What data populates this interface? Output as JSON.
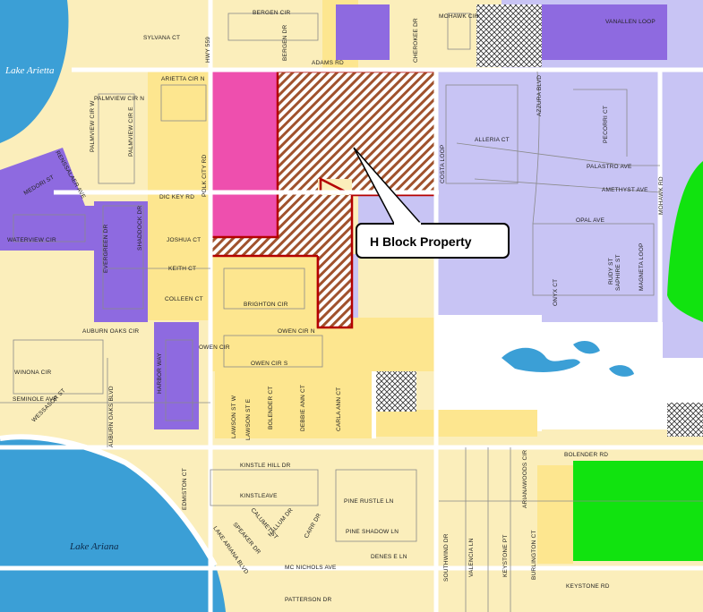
{
  "map": {
    "callout": "H Block Property",
    "lakes": [
      "Lake Arietta",
      "Lake Ariana"
    ],
    "streets": [
      "BERGEN CIR",
      "SYLVANA CT",
      "HWY 559",
      "BERGEN DR",
      "CHEROKEE DR",
      "MOHAWK CIR",
      "VANALLEN LOOP",
      "ADAMS RD",
      "ARIETTA CIR N",
      "PALMVIEW CIR N",
      "PALMVIEW CIR W",
      "PALMVIEW CIR E",
      "RENSSALAER AVE",
      "MEDORI ST",
      "POLK CITY RD",
      "DIC KEY RD",
      "ALLERIA CT",
      "AZZURA BLVD",
      "PECORRI CT",
      "COSTA LOOP",
      "PALASTRO AVE",
      "AMETHYST AVE",
      "MOHAWK RD",
      "OPAL AVE",
      "MAGNETA LOOP",
      "SAPHIRE ST",
      "RUDY ST",
      "ONYX CT",
      "WATERVIEW CIR",
      "EVERGREEN DR",
      "SHADDOCK DR",
      "JOSHUA CT",
      "KEITH CT",
      "COLLEEN CT",
      "BRIGHTON CIR",
      "AUBURN OAKS CIR",
      "OWEN CIR N",
      "OWEN CIR",
      "OWEN CIR S",
      "HARBOR WAY",
      "WINONA CIR",
      "AUBURN OAKS BLVD",
      "SEMINOLE AVE",
      "WESSASOR ST",
      "LAWSON ST W",
      "LAWSON ST E",
      "BOLENDER CT",
      "DEBBIE ANN CT",
      "CARLA ANN CT",
      "BOLENDER RD",
      "KINSTLE HILL DR",
      "EDMISTON CT",
      "KINSTLEAVE",
      "PINE RUSTLE LN",
      "ARIANAWOODS CIR",
      "CALUMET ST",
      "SPEAKER DR",
      "HALLUM DR",
      "CARR DR",
      "PINE SHADOW LN",
      "LAKE ARIANA BLVD",
      "MC NICHOLS AVE",
      "DENES E LN",
      "SOUTHWIND DR",
      "VALENCIA LN",
      "KEYSTONE PT",
      "BURLINGTON CT",
      "KEYSTONE RD",
      "PATTERSON DR"
    ],
    "colors": {
      "residential": "#fbeebb",
      "commercial": "#fde68f",
      "lavender": "#c8c4f4",
      "purple": "#8e6ae0",
      "magenta": "#ee4fae",
      "green": "#11e30f",
      "water": "#3b9fd6",
      "white": "#ffffff",
      "property_outline": "#b40000"
    }
  }
}
